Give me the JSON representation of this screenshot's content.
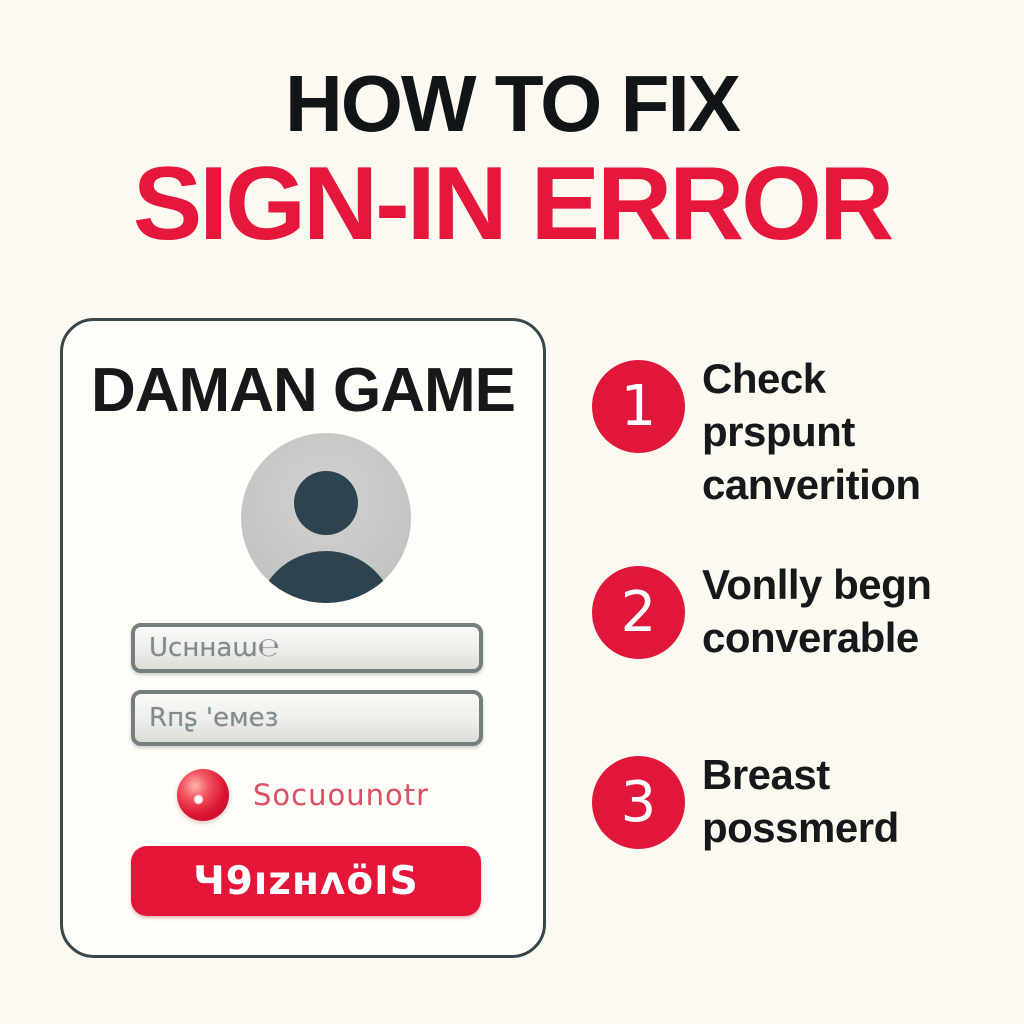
{
  "colors": {
    "background": "#fcf9f0",
    "headline_black": "#121518",
    "headline_red": "#e6173c",
    "card_border": "#3a474a",
    "button_red": "#e3163a",
    "step_circle_red": "#e0173a",
    "avatar_silhouette": "#2d4450",
    "captcha_text": "#d84f66"
  },
  "header": {
    "line1": "HOW TO FIX",
    "line2": "SIGN-IN ERROR"
  },
  "card": {
    "title": "DAMAN GAME",
    "avatar_icon": "user-silhouette-icon",
    "username_value": "Uсннаɯ℮",
    "password_value": "Rпʂ 'емез",
    "captcha_icon": "red-sphere-icon",
    "captcha_label": "Socuounotr",
    "signin_button_label": "Ч9ızнʌöIS"
  },
  "steps": [
    {
      "number": "1",
      "text": "Check\nprspunt\ncanverition"
    },
    {
      "number": "2",
      "text": "Vonlly begn\nconverable"
    },
    {
      "number": "3",
      "text": "Breast\npossmerd"
    }
  ]
}
